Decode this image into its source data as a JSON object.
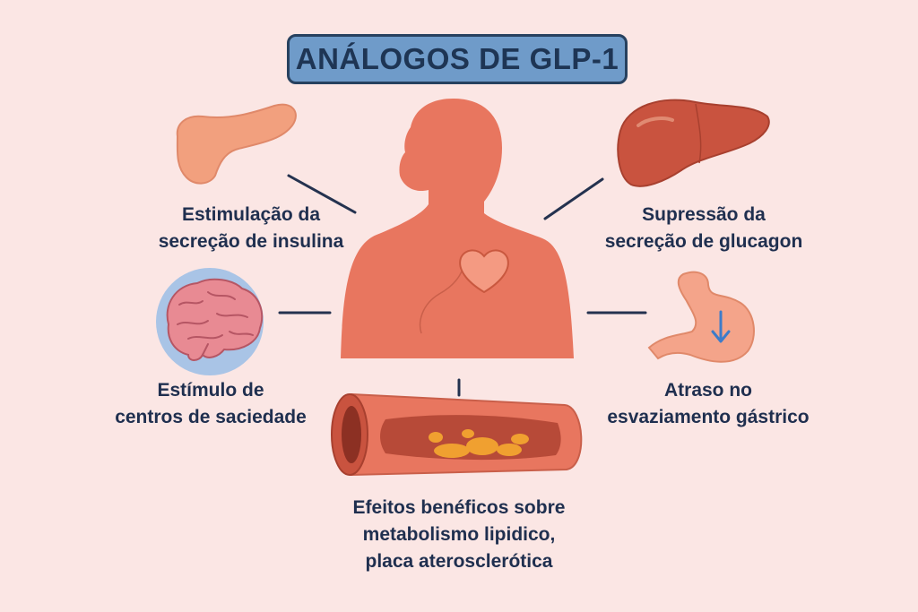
{
  "title": "ANÁLOGOS DE GLP-1",
  "effects": {
    "pancreas": {
      "line1": "Estimulação da",
      "line2": "secreção de insulina"
    },
    "liver": {
      "line1": "Supressão da",
      "line2": "secreção de glucagon"
    },
    "brain": {
      "line1": "Estímulo de",
      "line2": "centros de saciedade"
    },
    "stomach": {
      "line1": "Atraso no",
      "line2": "esvaziamento gástrico"
    },
    "vessel": {
      "line1": "Efeitos benéficos sobre",
      "line2": "metabolismo lipidico,",
      "line3": "placa aterosclerótica"
    }
  },
  "colors": {
    "background": "#fbe6e4",
    "title_box": "#6f9bc9",
    "title_border": "#27415f",
    "text": "#1f2f4f",
    "body": "#e8765f",
    "liver": "#c9533f",
    "pancreas": "#f2a07e",
    "brain": "#e88a93",
    "plaque": "#f0a030"
  },
  "icons": [
    "pancreas-icon",
    "liver-icon",
    "brain-icon",
    "stomach-icon",
    "heart-icon",
    "blood-vessel-icon",
    "down-arrow-icon"
  ]
}
